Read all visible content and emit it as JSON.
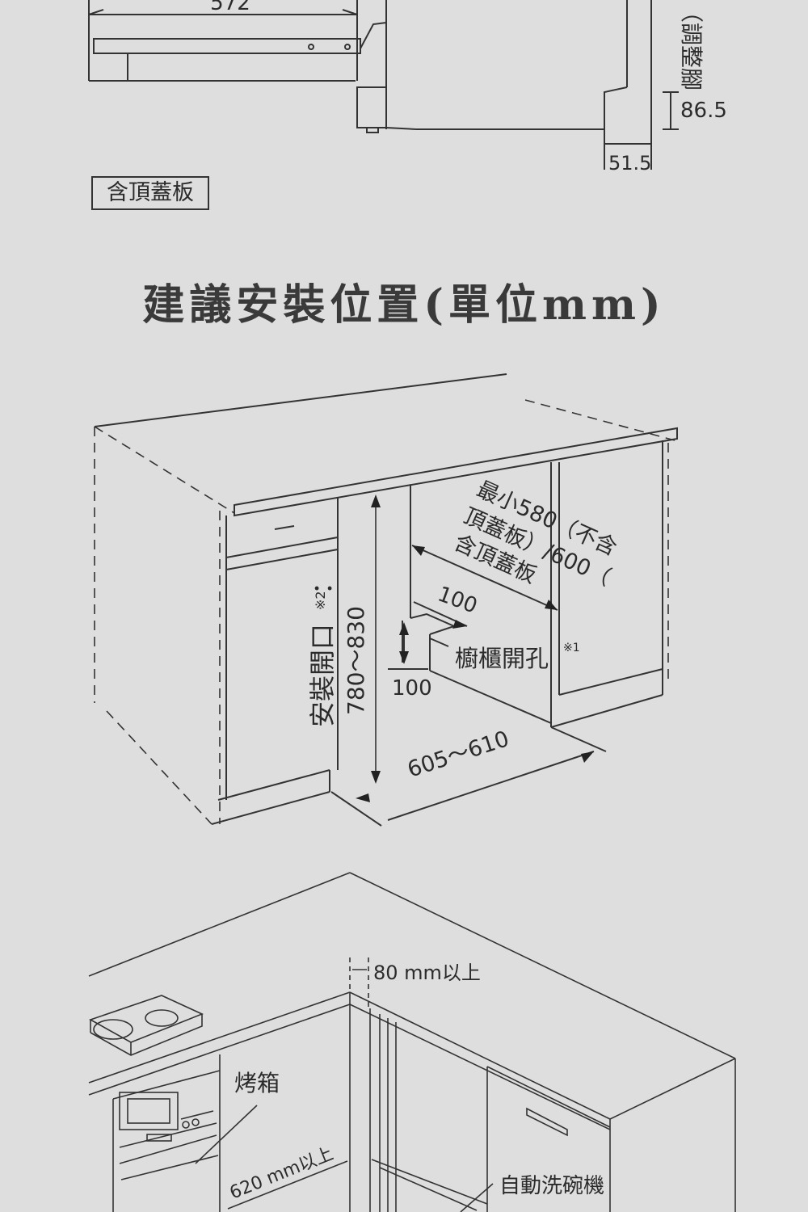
{
  "top": {
    "dim_width": "572",
    "dim_adjust": "（調整腳",
    "dim_height": "86.5",
    "dim_offset": "51.5",
    "boxed_label": "含頂蓋板"
  },
  "section_title": "建議安裝位置(單位mm)",
  "cabinet": {
    "depth_line1": "最小580（不含",
    "depth_line2": "頂蓋板）/600（",
    "depth_line3": "含頂蓋板",
    "notch_width": "100",
    "notch_height": "100",
    "hole_label": "櫥櫃開孔",
    "hole_note": "※1",
    "opening_label": "安裝開口",
    "opening_note": "※2",
    "opening_colon": "：",
    "opening_range": "780〜830",
    "width_range": "605〜610"
  },
  "kitchen": {
    "clearance": "80 mm以上",
    "oven_label": "烤箱",
    "side_clearance": "620 mm以上",
    "dishwasher_label": "自動洗碗機"
  }
}
